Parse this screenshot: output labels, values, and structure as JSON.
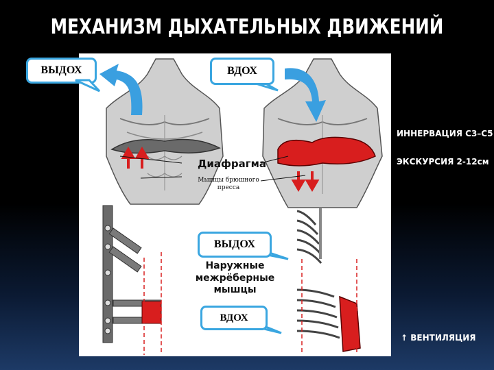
{
  "title": "МЕХАНИЗМ ДЫХАТЕЛЬНЫХ ДВИЖЕНИЙ",
  "callouts": {
    "exhale_top": "ВЫДОХ",
    "inhale_top": "ВДОХ",
    "exhale_bottom": "ВЫДОХ",
    "inhale_bottom": "ВДОХ"
  },
  "labels": {
    "diaphragm": "Диафрагма",
    "abdominal_muscles": "Мышцы брюшного пресса",
    "intercostal_line1": "Наружные",
    "intercostal_line2": "межрёберные",
    "intercostal_line3": "мышцы"
  },
  "side_notes": {
    "innervation": "ИННЕРВАЦИЯ С3–С5",
    "excursion": "ЭКСКУРСИЯ 2-12см",
    "ventilation": "ВЕНТИЛЯЦИЯ"
  },
  "icons": {
    "ventilation_arrow": "up-arrow-icon"
  },
  "colors": {
    "callout_border": "#3aa6e0",
    "air_arrow": "#3a9fe0",
    "muscle_red": "#d81e1e",
    "background": "#000000"
  }
}
